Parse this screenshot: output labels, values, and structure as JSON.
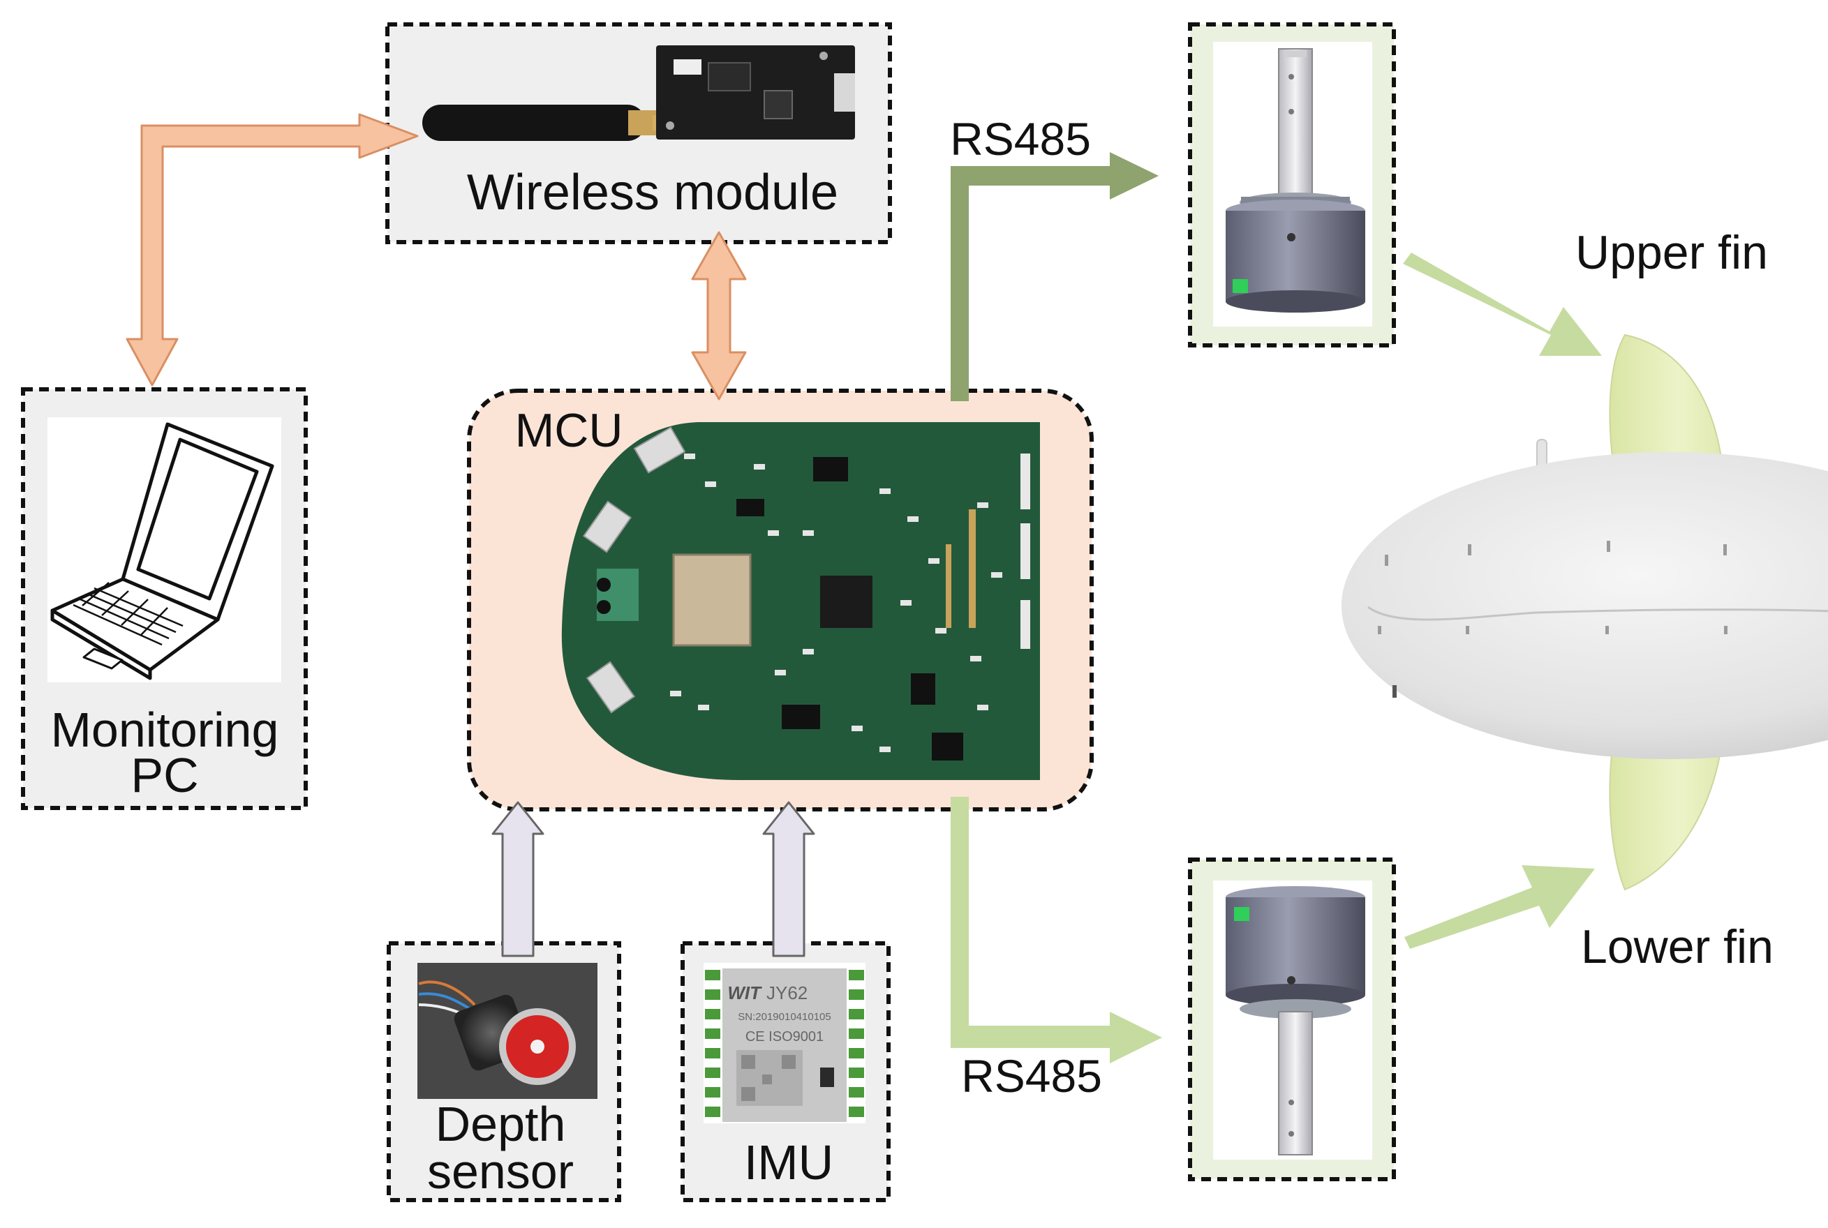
{
  "nodes": {
    "wireless": {
      "label": "Wireless module"
    },
    "pc": {
      "label_line1": "Monitoring",
      "label_line2": "PC"
    },
    "mcu": {
      "label": "MCU"
    },
    "depth": {
      "label_line1": "Depth",
      "label_line2": "sensor"
    },
    "imu": {
      "label": "IMU",
      "chip_brand": "WIT",
      "chip_model": "JY62",
      "chip_serial": "SN:2019010410105",
      "chip_cert": "CE ISO9001"
    },
    "upper_motor": {
      "label": ""
    },
    "lower_motor": {
      "label": ""
    }
  },
  "links": {
    "upper_bus": "RS485",
    "lower_bus": "RS485"
  },
  "fins": {
    "upper": "Upper fin",
    "lower": "Lower fin"
  },
  "colors": {
    "orange_arrow": "#f7c29f",
    "orange_stroke": "#d98f63",
    "dark_green_arrow": "#8fa36e",
    "light_green_arrow": "#c6dba0",
    "lavender_arrow": "#e6e2ee",
    "mcu_fill": "#fbe4d6",
    "box_fill": "#efefef",
    "pcb_green": "#23593b",
    "motor_frame": "#eaf2df",
    "fin_color": "#e8f0b8",
    "robot_body": "#e9e9e9"
  }
}
